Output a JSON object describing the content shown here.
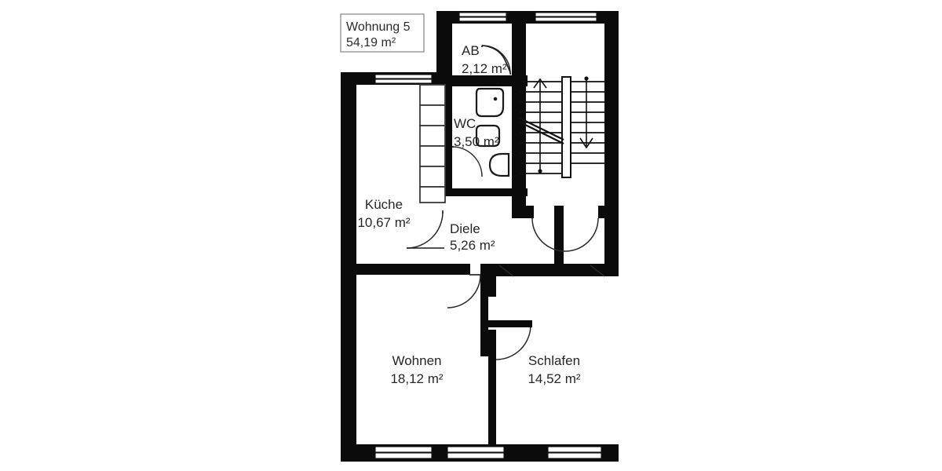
{
  "plan": {
    "title_box": {
      "unit_label": "Wohnung 5",
      "total_area": "54,19 m²"
    },
    "rooms": [
      {
        "id": "ab",
        "name": "AB",
        "area": "2,12 m²"
      },
      {
        "id": "wc",
        "name": "WC",
        "area": "3,50 m²"
      },
      {
        "id": "kueche",
        "name": "Küche",
        "area": "10,67 m²"
      },
      {
        "id": "diele",
        "name": "Diele",
        "area": "5,26 m²"
      },
      {
        "id": "wohnen",
        "name": "Wohnen",
        "area": "18,12 m²"
      },
      {
        "id": "schlafen",
        "name": "Schlafen",
        "area": "14,52 m²"
      }
    ],
    "colors": {
      "wall": "#0b0b0b",
      "text": "#27272b",
      "background": "#ffffff",
      "title_border": "#8e8e8e"
    }
  }
}
